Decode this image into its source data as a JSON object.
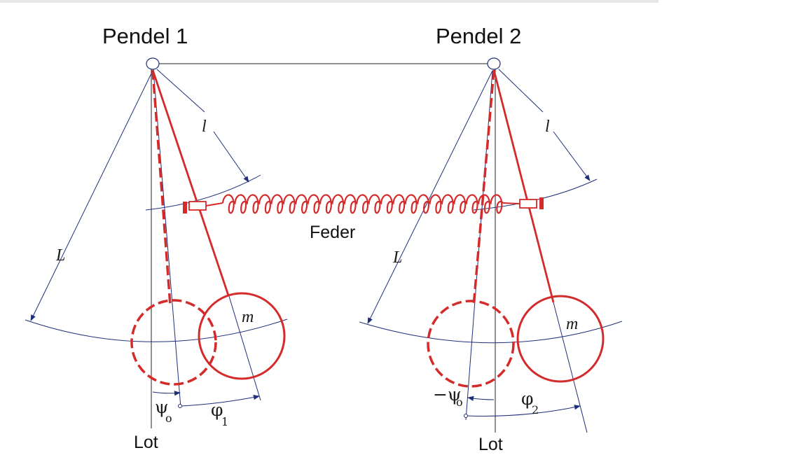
{
  "labels": {
    "pendel1": "Pendel 1",
    "pendel2": "Pendel 2",
    "feder": "Feder",
    "lot1": "Lot",
    "lot2": "Lot",
    "l1": "l",
    "l2": "l",
    "L1": "L",
    "L2": "L",
    "m1": "m",
    "m2": "m",
    "psi1": "ψ",
    "psi1_sub": "o",
    "phi1": "φ",
    "phi1_sub": "1",
    "psi2": "−ψ",
    "psi2_sub": "o",
    "phi2": "φ",
    "phi2_sub": "2"
  },
  "colors": {
    "pendulum": "#d42a2a",
    "construction": "#1f2f7a",
    "arrow": "#1f2f7a",
    "text": "#111111"
  }
}
